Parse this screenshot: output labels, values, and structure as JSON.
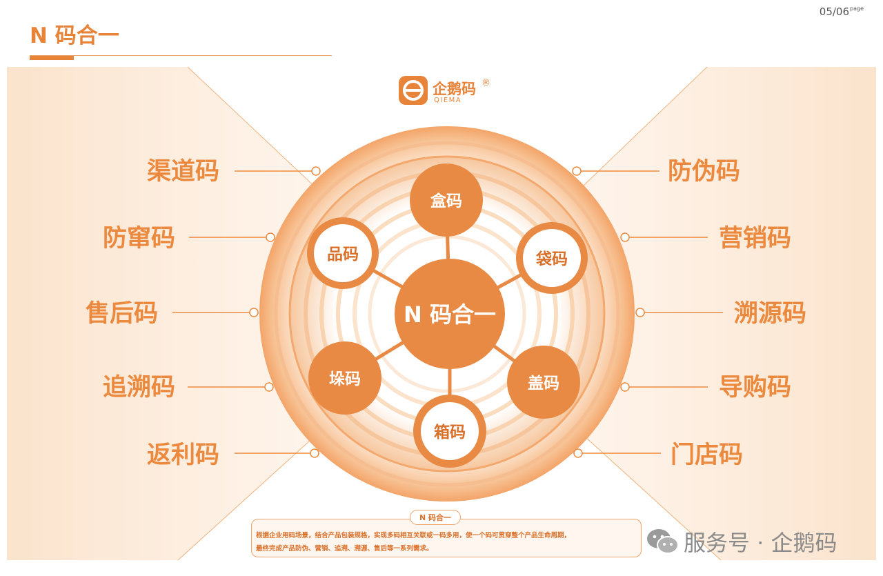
{
  "header": {
    "title": "N 码合一",
    "page_number": "05/06",
    "page_suffix": "page"
  },
  "logo": {
    "brand_cn": "企鹅码",
    "brand_en": "QIEMA",
    "registered_mark": "®"
  },
  "center": {
    "label": "N 码合一"
  },
  "inner_nodes": [
    {
      "label": "盒码"
    },
    {
      "label": "品码"
    },
    {
      "label": "袋码"
    },
    {
      "label": "垛码"
    },
    {
      "label": "盖码"
    },
    {
      "label": "箱码"
    }
  ],
  "left_labels": [
    "渠道码",
    "防窜码",
    "售后码",
    "追溯码",
    "返利码"
  ],
  "right_labels": [
    "防伪码",
    "营销码",
    "溯源码",
    "导购码",
    "门店码"
  ],
  "description": {
    "tag": "N 码合一",
    "line1": "根据企业用码场景，结合产品包装规格，实现多码相互关联或一码多用，使一个码可贯穿整个产品生命周期，",
    "line2": "最终完成产品防伪、营销、追溯、溯源、售后等一系列需求。"
  },
  "watermark": {
    "text": "服务号 · 企鹅码",
    "icon": "wechat-icon"
  },
  "colors": {
    "accent": "#e8843a",
    "node_fill": "#e88a44",
    "label_orange": "#eb8a3e",
    "ring_light": "#fbd9bc"
  }
}
